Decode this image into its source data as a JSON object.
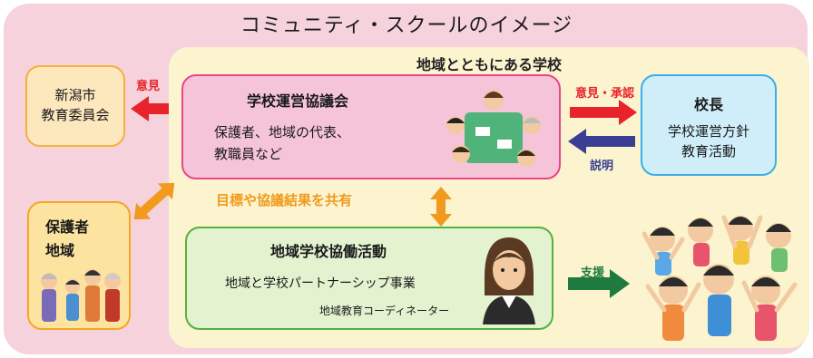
{
  "title": "コミュニティ・スクールのイメージ",
  "region_title": "地域とともにある学校",
  "niigata": {
    "line1": "新潟市",
    "line2": "教育委員会"
  },
  "council": {
    "title": "学校運営協議会",
    "line1": "保護者、地域の代表、",
    "line2": "教職員など"
  },
  "principal": {
    "title": "校長",
    "line1": "学校運営方針",
    "line2": "教育活動"
  },
  "parents": {
    "line1": "保護者",
    "line2": "地域"
  },
  "activity": {
    "title": "地域学校協働活動",
    "line1": "地域と学校パートナーシップ事業",
    "line2": "地域教育コーディネーター"
  },
  "arrows": {
    "opinion": "意見",
    "opinion_approval": "意見・承認",
    "explanation": "説明",
    "share": "目標や協議結果を共有",
    "support": "支援"
  },
  "colors": {
    "outer": "#f6d2dd",
    "inner": "#fbf4cf",
    "red_arrow": "#e8232b",
    "blue_arrow": "#3a3f94",
    "orange_arrow": "#f19a1e",
    "green_arrow": "#1f7a3f"
  },
  "icons": [
    "council-meeting-illustration",
    "family-illustration",
    "coordinator-woman-illustration",
    "children-cheering-illustration"
  ]
}
